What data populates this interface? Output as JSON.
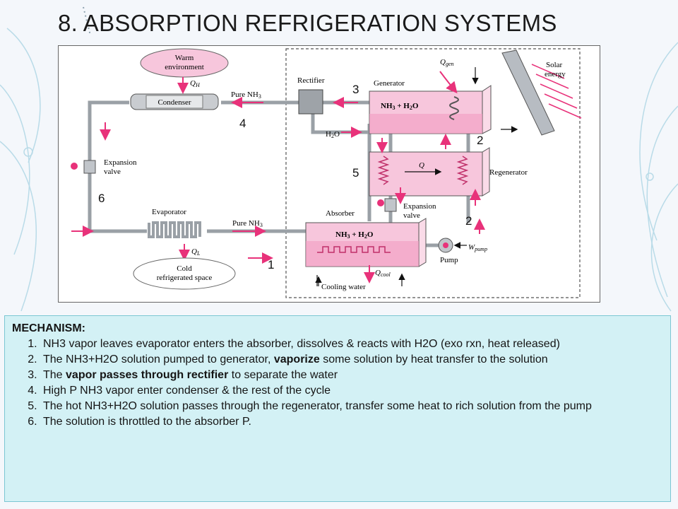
{
  "slide": {
    "title": "8. ABSORPTION REFRIGERATION SYSTEMS"
  },
  "diagram": {
    "labels": {
      "warm_environment_1": "Warm",
      "warm_environment_2": "environment",
      "qh": "Q",
      "qh_sub": "H",
      "condenser": "Condenser",
      "pure_nh3_top": "Pure NH",
      "pure_nh3_top_sub": "3",
      "rectifier": "Rectifier",
      "generator": "Generator",
      "qgen": "Q",
      "qgen_sub": "gen",
      "solar_1": "Solar",
      "solar_2": "energy",
      "nh3_h2o_gen": "NH",
      "nh3_h2o_gen_rest": " + H",
      "nh3_h2o_gen_end": "O",
      "h2o": "H",
      "h2o_end": "O",
      "regenerator": "Regenerator",
      "q": "Q",
      "expansion_valve_left_1": "Expansion",
      "expansion_valve_left_2": "valve",
      "expansion_valve_right_1": "Expansion",
      "expansion_valve_right_2": "valve",
      "evaporator": "Evaporator",
      "pure_nh3_bottom": "Pure NH",
      "pure_nh3_bottom_sub": "3",
      "absorber": "Absorber",
      "nh3_h2o_abs": "NH",
      "nh3_h2o_abs_rest": " + H",
      "nh3_h2o_abs_end": "O",
      "ql": "Q",
      "ql_sub": "L",
      "cold_1": "Cold",
      "cold_2": "refrigerated space",
      "qcool": "Q",
      "qcool_sub": "cool",
      "cooling_water": "Cooling water",
      "wpump": "W",
      "wpump_sub": "pump",
      "pump": "Pump"
    },
    "numbers": {
      "n3": "3",
      "n4": "4",
      "n2a": "2",
      "n5": "5",
      "n6": "6",
      "n2b": "2",
      "n1": "1"
    },
    "colors": {
      "pink": "#f7c6dc",
      "arrow": "#e8327a",
      "pipe": "#9aa0a6"
    }
  },
  "mechanism": {
    "title": "MECHANISM:",
    "items": [
      {
        "text": "NH3 vapor leaves evaporator enters the absorber, dissolves & reacts with H2O (exo rxn, heat released)"
      },
      {
        "pre": "The NH3+H2O solution pumped to generator, ",
        "bold": "vaporize",
        "post": " some solution by heat transfer to the solution"
      },
      {
        "pre": "The ",
        "bold": "vapor passes through rectifier",
        "post": " to separate the water"
      },
      {
        "text": "High P NH3 vapor enter condenser & the rest of the cycle"
      },
      {
        "text": "The hot NH3+H2O solution passes through the regenerator, transfer some heat to rich solution from the pump"
      },
      {
        "text": "The solution is throttled to the absorber P."
      }
    ]
  }
}
